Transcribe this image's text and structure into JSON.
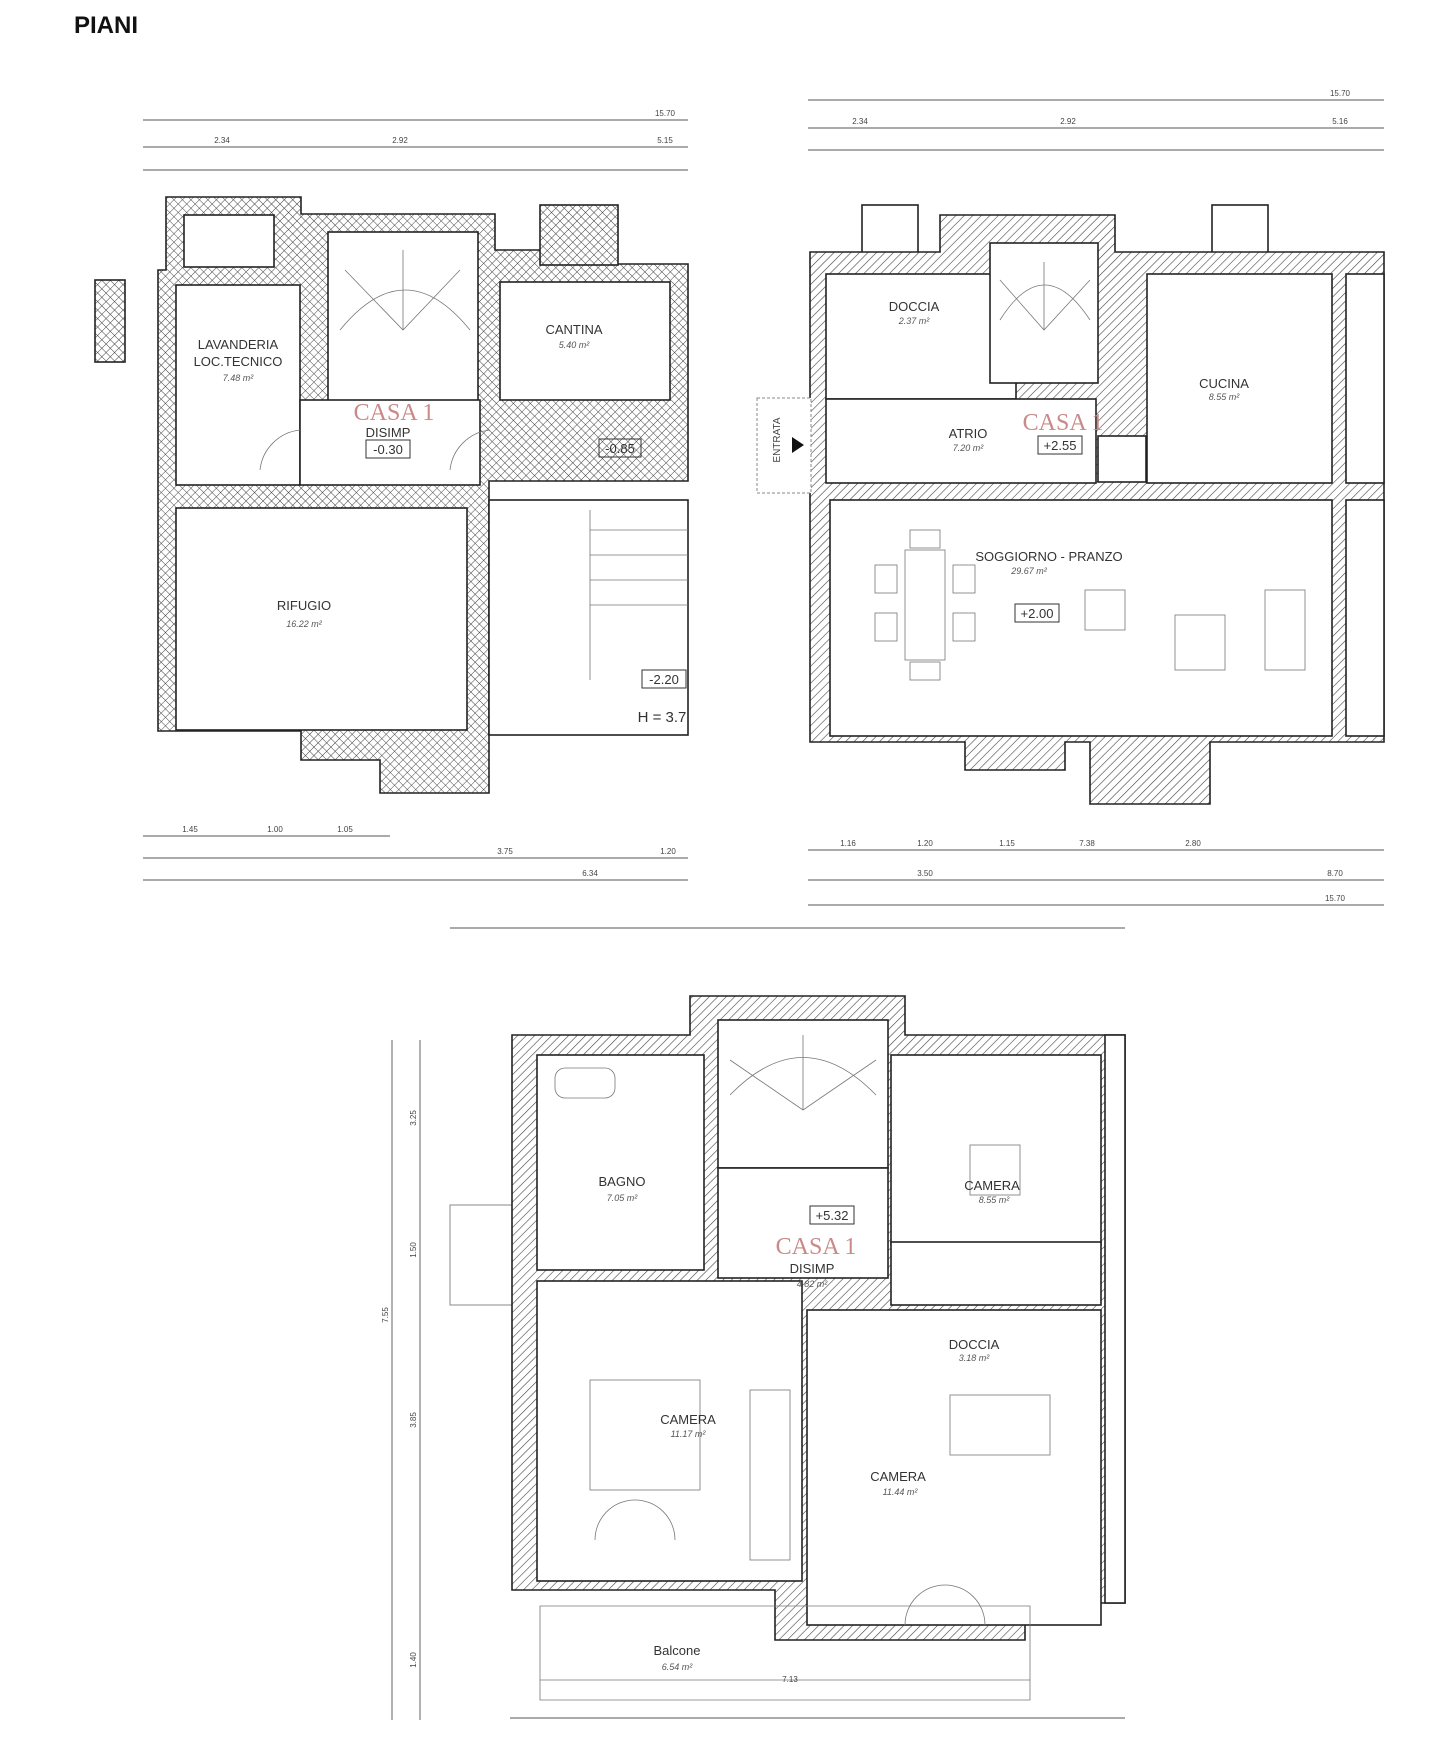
{
  "title": "PIANI",
  "plans": {
    "basement": {
      "house": "CASA 1",
      "rooms": [
        {
          "name": "LAVANDERIA",
          "name2": "LOC.TECNICO",
          "area": "7.48 m²"
        },
        {
          "name": "DISIMP",
          "level": "-0.30"
        },
        {
          "name": "CANTINA",
          "area": "5.40 m²"
        },
        {
          "name": "RIFUGIO",
          "area": "16.22 m²"
        }
      ],
      "levels": [
        "-0.85",
        "-2.20"
      ],
      "height": "H = 3.7",
      "dims_top": [
        "15.70",
        "2.34",
        "2.92",
        "5.15"
      ],
      "dims_bottom": [
        "1.45",
        "1.00",
        "1.05",
        "3.75",
        "1.20",
        "6.34"
      ]
    },
    "ground": {
      "house": "CASA 1",
      "entrance": "ENTRATA",
      "rooms": [
        {
          "name": "DOCCIA",
          "area": "2.37 m²"
        },
        {
          "name": "ATRIO",
          "area": "7.20 m²",
          "level": "+2.55"
        },
        {
          "name": "CUCINA",
          "area": "8.55 m²"
        },
        {
          "name": "SOGGIORNO - PRANZO",
          "area": "29.67 m²",
          "level": "+2.00"
        }
      ],
      "dims_top": [
        "15.70",
        "2.34",
        "2.92",
        "5.16"
      ],
      "dims_bottom": [
        "1.16",
        "1.20",
        "1.15",
        "7.38",
        "2.80",
        "3.50",
        "8.70",
        "15.70"
      ]
    },
    "upper": {
      "house": "CASA 1",
      "level": "+5.32",
      "rooms": [
        {
          "name": "BAGNO",
          "area": "7.05 m²"
        },
        {
          "name": "DISIMP",
          "area": "4.82 m²"
        },
        {
          "name": "CAMERA",
          "area": "8.55 m²"
        },
        {
          "name": "DOCCIA",
          "area": "3.18 m²"
        },
        {
          "name": "CAMERA",
          "area": "11.17 m²"
        },
        {
          "name": "CAMERA",
          "area": "11.44 m²"
        },
        {
          "name": "Balcone",
          "area": "6.54 m²"
        }
      ],
      "dims_left": [
        "3.25",
        "1.50",
        "3.85",
        "1.40",
        "7.55"
      ],
      "dims_bottom": [
        "7.13"
      ]
    }
  }
}
